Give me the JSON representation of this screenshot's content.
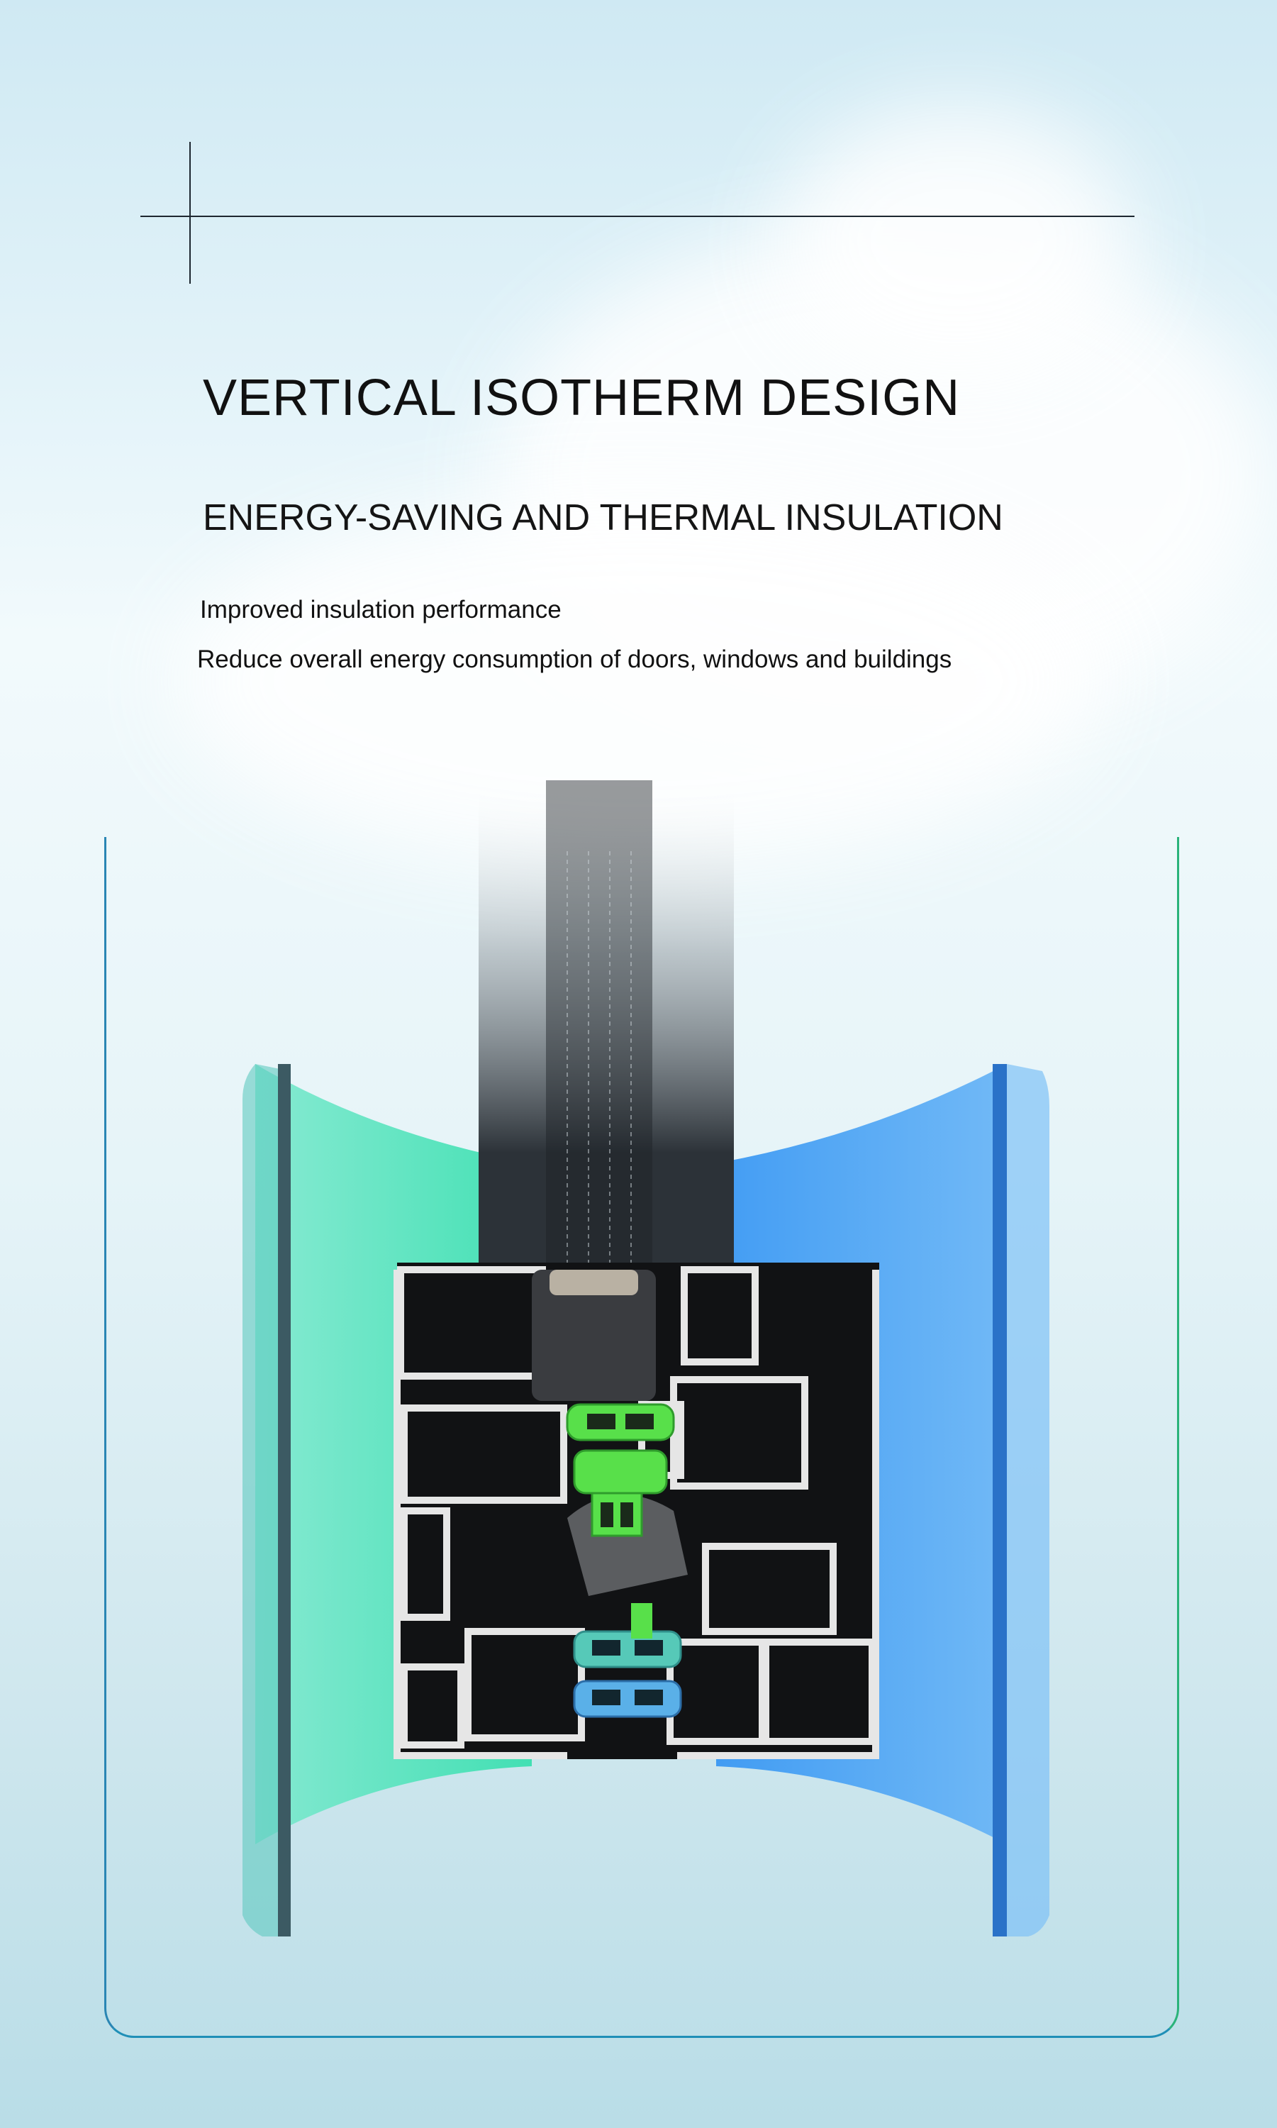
{
  "heading": {
    "title": "VERTICAL ISOTHERM DESIGN",
    "subtitle": "ENERGY-SAVING AND THERMAL INSULATION"
  },
  "description": {
    "line1": "Improved insulation performance",
    "line2": "Reduce overall energy consumption of doors, windows and buildings"
  },
  "illustration": {
    "icon": "window-profile-cross-section-icon",
    "colors": {
      "left_zone": "#39e0b0",
      "right_zone": "#3a9cf5",
      "insulation_strip_green": "#55e04a",
      "insulation_strip_blue": "#5ab0e8",
      "aluminium": "#e8e8e8",
      "chamber": "#1a1a1a"
    }
  }
}
